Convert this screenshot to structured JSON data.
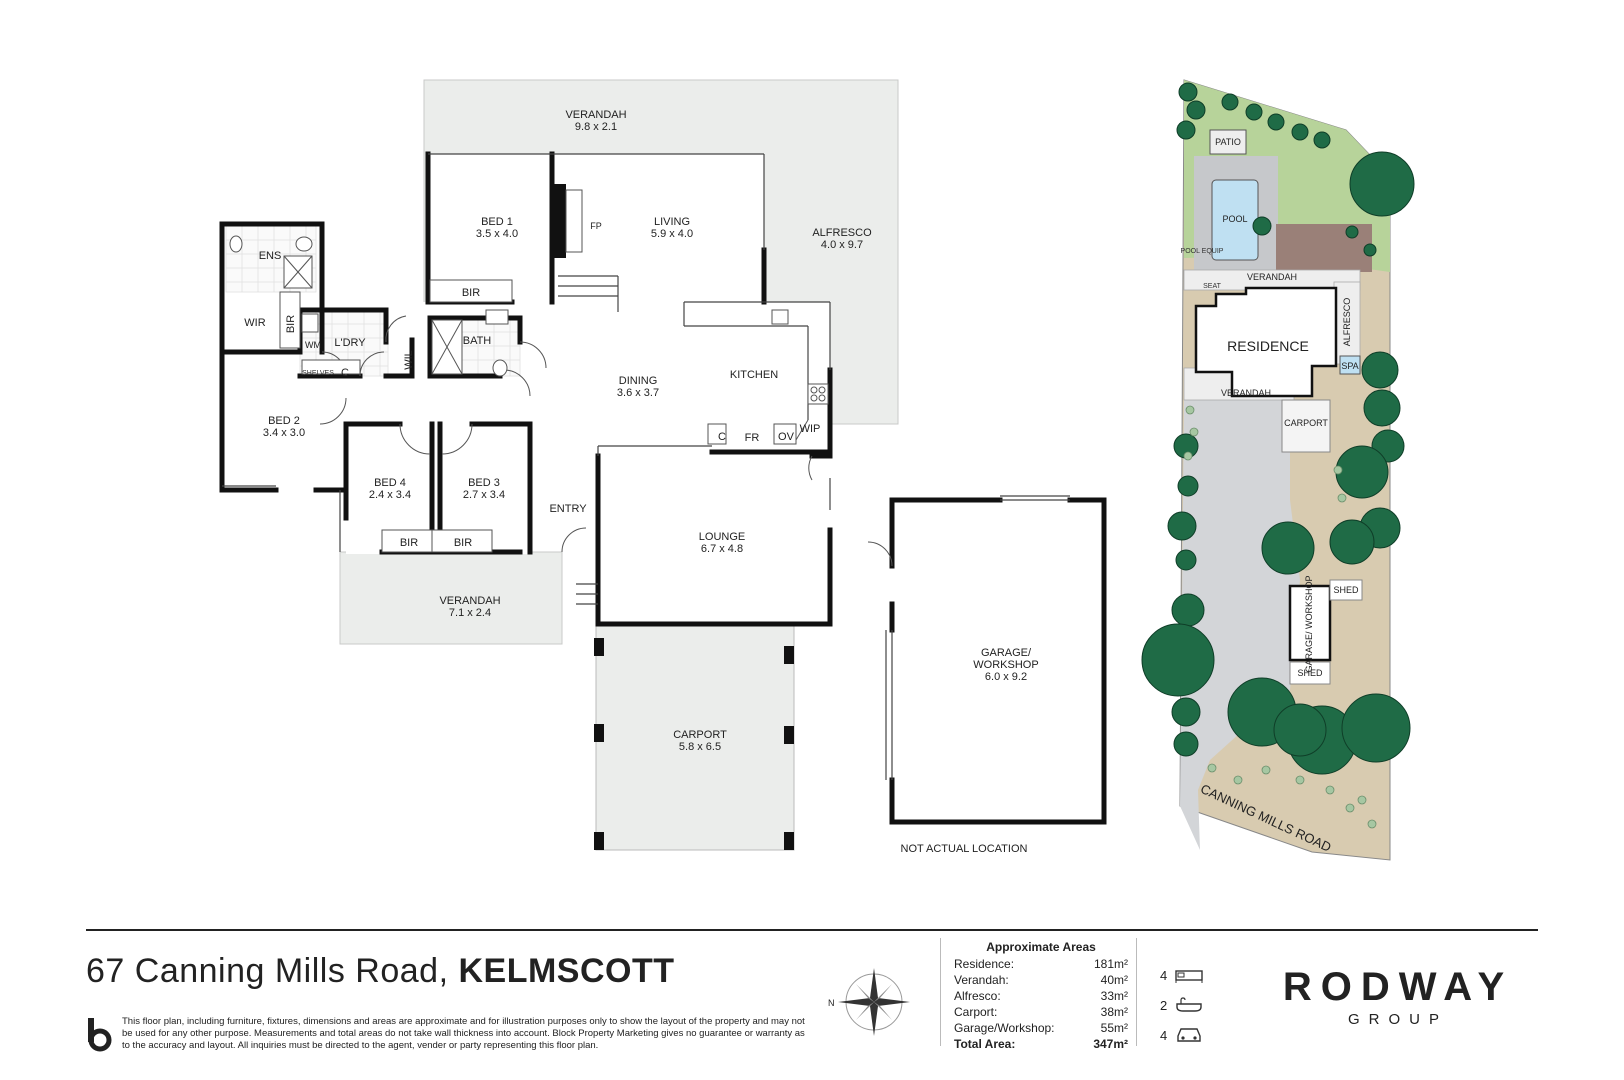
{
  "floorplan": {
    "rooms": {
      "verandah_top": {
        "name": "VERANDAH",
        "dims": "9.8 x 2.1"
      },
      "bed1": {
        "name": "BED 1",
        "dims": "3.5 x 4.0"
      },
      "living": {
        "name": "LIVING",
        "dims": "5.9 x 4.0"
      },
      "alfresco": {
        "name": "ALFRESCO",
        "dims": "4.0 x 9.7"
      },
      "bed2": {
        "name": "BED 2",
        "dims": "3.4 x 3.0"
      },
      "dining": {
        "name": "DINING",
        "dims": "3.6 x 3.7"
      },
      "bed4": {
        "name": "BED 4",
        "dims": "2.4 x 3.4"
      },
      "bed3": {
        "name": "BED 3",
        "dims": "2.7 x 3.4"
      },
      "lounge": {
        "name": "LOUNGE",
        "dims": "6.7 x 4.8"
      },
      "verandah_front": {
        "name": "VERANDAH",
        "dims": "7.1 x 2.4"
      },
      "carport": {
        "name": "CARPORT",
        "dims": "5.8 x 6.5"
      },
      "garage_line1": "GARAGE/",
      "garage_line2": "WORKSHOP",
      "garage_dims": "6.0 x 9.2"
    },
    "labels": {
      "ens": "ENS",
      "wir": "WIR",
      "bir": "BIR",
      "wm": "WM",
      "ldry": "L'DRY",
      "shelves": "SHELVES",
      "c": "C",
      "wil": "WIL",
      "bath": "BATH",
      "fp": "FP",
      "kitchen": "KITCHEN",
      "fr": "FR",
      "ov": "OV",
      "wip": "WIP",
      "entry": "ENTRY"
    },
    "note": "NOT ACTUAL LOCATION"
  },
  "siteplan": {
    "patio": "PATIO",
    "pool": "POOL",
    "pool_equip": "POOL EQUIP",
    "seat": "SEAT",
    "verandah": "VERANDAH",
    "alfresco": "ALFRESCO",
    "residence": "RESIDENCE",
    "spa": "SPA",
    "verandah_front": "VERANDAH",
    "carport": "CARPORT",
    "shed": "SHED",
    "garage_workshop": "GARAGE/ WORKSHOP",
    "road": "CANNING MILLS ROAD"
  },
  "footer": {
    "address_street": "67 Canning Mills Road,",
    "address_suburb": "KELMSCOTT",
    "disclaimer": "This floor plan, including furniture, fixtures, dimensions and areas are approximate and for illustration purposes only to show the layout of the property and may not be used for any other purpose. Measurements and total areas do not take wall thickness into account. Block Property Marketing gives no guarantee or warranty as to the accuracy and layout. All inquiries must be directed to the agent, vender or party representing this floor plan.",
    "compass_n": "N",
    "areas_title": "Approximate Areas",
    "areas": [
      {
        "label": "Residence:",
        "value": "181m²"
      },
      {
        "label": "Verandah:",
        "value": "40m²"
      },
      {
        "label": "Alfresco:",
        "value": "33m²"
      },
      {
        "label": "Carport:",
        "value": "38m²"
      },
      {
        "label": "Garage/Workshop:",
        "value": "55m²"
      }
    ],
    "total_label": "Total Area:",
    "total_value": "347m²",
    "features": [
      {
        "count": "4",
        "icon": "bed-icon"
      },
      {
        "count": "2",
        "icon": "bath-icon"
      },
      {
        "count": "4",
        "icon": "car-icon"
      }
    ],
    "brand_main": "RODWAY",
    "brand_sub": "GROUP"
  },
  "colors": {
    "wall": "#111111",
    "outdoor": "#ebedeb",
    "grass": "#b7d39a",
    "driveway": "#d3d5d8",
    "tree": "#1f6b46",
    "dirt": "#d8cbb0",
    "roof": "#9a8078"
  }
}
